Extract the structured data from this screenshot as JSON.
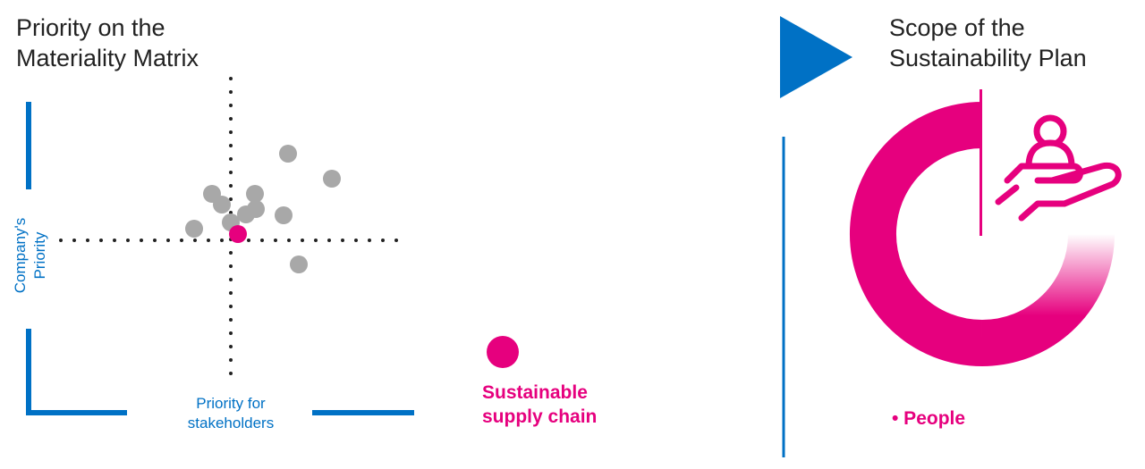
{
  "left_title": {
    "line1": "Priority on the",
    "line2": "Materiality Matrix"
  },
  "right_title": {
    "line1": "Scope of the",
    "line2": "Sustainability Plan"
  },
  "axes": {
    "y_label": {
      "line1": "Company's",
      "line2": "Priority"
    },
    "x_label": {
      "line1": "Priority for",
      "line2": "stakeholders"
    }
  },
  "legend": {
    "line1": "Sustainable",
    "line2": "supply chain"
  },
  "scope_item": "• People",
  "colors": {
    "accent_blue": "#0071c5",
    "magenta": "#e6007e",
    "gray_dot": "#a8a8a8",
    "text": "#222222"
  },
  "icons": {
    "arrow": "play-triangle-icon",
    "scope": "hand-holding-person-icon",
    "ring": "donut-ring-icon"
  }
}
